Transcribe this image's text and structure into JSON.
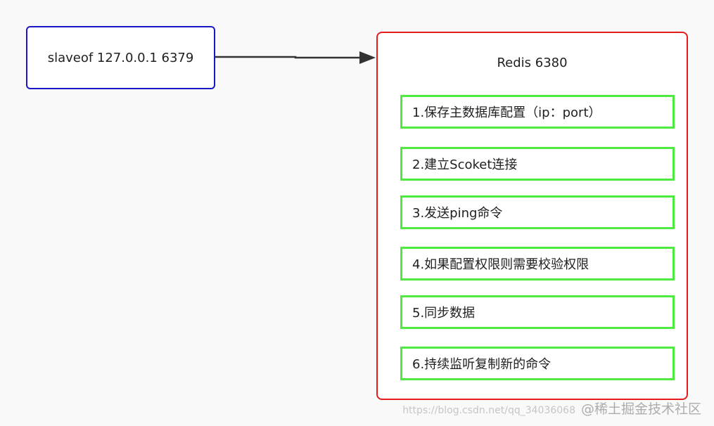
{
  "command": {
    "label": "slaveof 127.0.0.1 6379"
  },
  "server": {
    "title": "Redis 6380",
    "steps": [
      "1.保存主数据库配置（ip：port）",
      "2.建立Scoket连接",
      "3.发送ping命令",
      "4.如果配置权限则需要校验权限",
      "5.同步数据",
      "6.持续监听复制新的命令"
    ]
  },
  "watermark": {
    "url": "https://blog.csdn.net/qq_34036068",
    "site": "@稀土掘金技术社区"
  },
  "colors": {
    "command_border": "#1818c9",
    "server_border": "#e51c1c",
    "step_border": "#4fea3f",
    "arrow": "#333333",
    "background": "#f9f9f9"
  }
}
